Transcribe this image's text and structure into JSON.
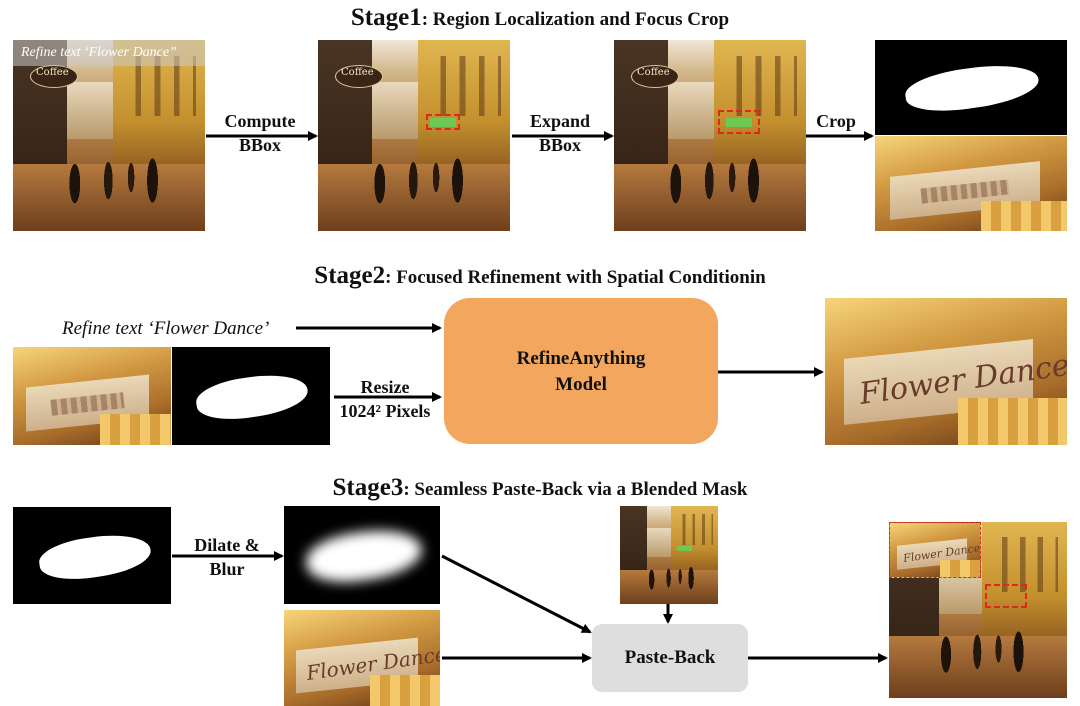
{
  "stage1": {
    "title_main": "Stage1",
    "title_rest": ": Region Localization and Focus Crop",
    "prompt_overlay": "Refine text ‘Flower Dance”",
    "sign_text": "Coffee",
    "arrow1_label": [
      "Compute",
      "BBox"
    ],
    "arrow2_label": [
      "Expand",
      "BBox"
    ],
    "arrow3_label": "Crop"
  },
  "stage2": {
    "title_main": "Stage2",
    "title_rest": ": Focused Refinement with Spatial Conditionin",
    "prompt": "Refine text ‘Flower Dance’",
    "resize_label": [
      "Resize",
      "1024² Pixels"
    ],
    "model_label": [
      "RefineAnything",
      "Model"
    ],
    "output_text": "Flower Dance"
  },
  "stage3": {
    "title_main": "Stage3",
    "title_rest": ": Seamless Paste-Back via a Blended Mask",
    "dilate_label": [
      "Dilate &",
      "Blur"
    ],
    "paste_label": "Paste-Back",
    "crop_text": "Flower Dance",
    "final_text": "Flower Dance"
  }
}
